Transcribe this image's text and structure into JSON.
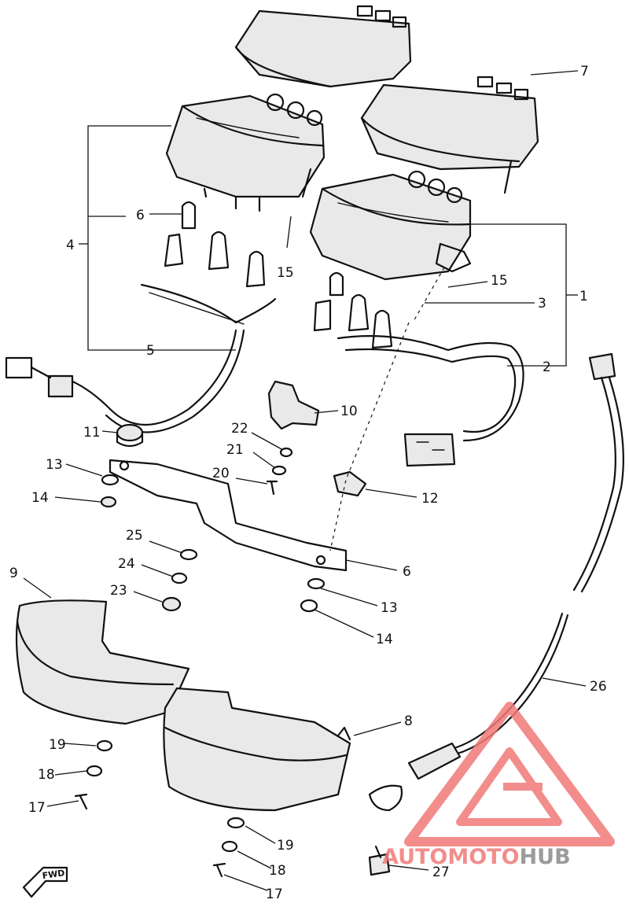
{
  "callouts": [
    {
      "id": "c1",
      "text": "1"
    },
    {
      "id": "c2",
      "text": "2"
    },
    {
      "id": "c3",
      "text": "3"
    },
    {
      "id": "c4",
      "text": "4"
    },
    {
      "id": "c5",
      "text": "5"
    },
    {
      "id": "c6a",
      "text": "6"
    },
    {
      "id": "c6b",
      "text": "6"
    },
    {
      "id": "c7",
      "text": "7"
    },
    {
      "id": "c8",
      "text": "8"
    },
    {
      "id": "c9",
      "text": "9"
    },
    {
      "id": "c10",
      "text": "10"
    },
    {
      "id": "c11",
      "text": "11"
    },
    {
      "id": "c12",
      "text": "12"
    },
    {
      "id": "c13a",
      "text": "13"
    },
    {
      "id": "c13b",
      "text": "13"
    },
    {
      "id": "c14a",
      "text": "14"
    },
    {
      "id": "c14b",
      "text": "14"
    },
    {
      "id": "c15a",
      "text": "15"
    },
    {
      "id": "c15b",
      "text": "15"
    },
    {
      "id": "c17a",
      "text": "17"
    },
    {
      "id": "c17b",
      "text": "17"
    },
    {
      "id": "c18a",
      "text": "18"
    },
    {
      "id": "c18b",
      "text": "18"
    },
    {
      "id": "c19a",
      "text": "19"
    },
    {
      "id": "c19b",
      "text": "19"
    },
    {
      "id": "c20",
      "text": "20"
    },
    {
      "id": "c21",
      "text": "21"
    },
    {
      "id": "c22",
      "text": "22"
    },
    {
      "id": "c23",
      "text": "23"
    },
    {
      "id": "c24",
      "text": "24"
    },
    {
      "id": "c25",
      "text": "25"
    },
    {
      "id": "c26",
      "text": "26"
    },
    {
      "id": "c27",
      "text": "27"
    }
  ],
  "fwd_label": "FWD",
  "watermark": {
    "text_accent": "AUTOMOTO",
    "text_dark": "HUB",
    "accent_color": "#f07a78",
    "dark_color": "#8a8a8a"
  }
}
